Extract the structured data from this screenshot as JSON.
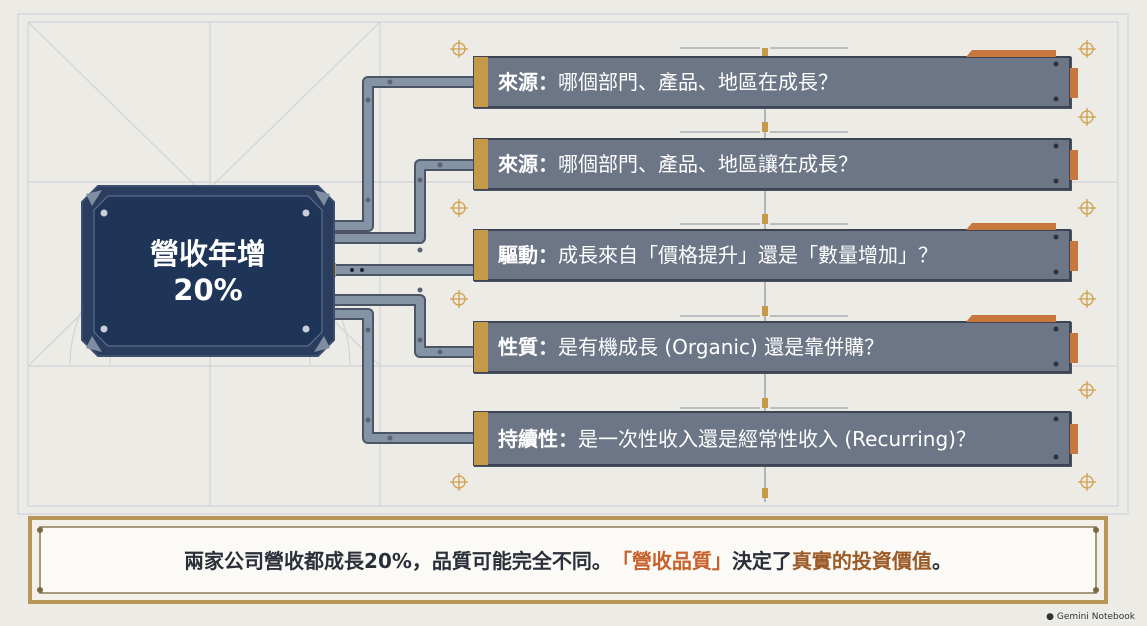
{
  "hub": {
    "line1": "營收年增",
    "line2": "20%"
  },
  "rows": [
    {
      "key": "來源",
      "sep": "：",
      "text": "哪個部門、產品、地區在成長？"
    },
    {
      "key": "來源",
      "sep": "：",
      "text": "哪個部門、產品、地區讓在成長？"
    },
    {
      "key": "驅動",
      "sep": "：",
      "text": "成長來自「價格提升」還是「數量增加」？"
    },
    {
      "key": "性質",
      "sep": "：",
      "text": "是有機成長 (Organic) 還是靠併購？"
    },
    {
      "key": "持續性",
      "sep": "：",
      "text": "是一次性收入還是經常性收入 (Recurring)？"
    }
  ],
  "summary": {
    "part1": "兩家公司營收都成長20%，品質可能完全不同。",
    "part2": "「營收品質」",
    "part3": "決定了",
    "part4": "真實的投資價值",
    "part5": "。"
  },
  "badge": {
    "text": "Gemini Notebook"
  },
  "colors": {
    "background": "#ecebe6",
    "hub": "#1f3558",
    "bar": "#6d7686",
    "pipe": "#7f8da1",
    "gold": "#c49a48",
    "copper": "#c8783f",
    "accent_orange": "#c8602a",
    "accent_brown": "#9b5a26"
  }
}
